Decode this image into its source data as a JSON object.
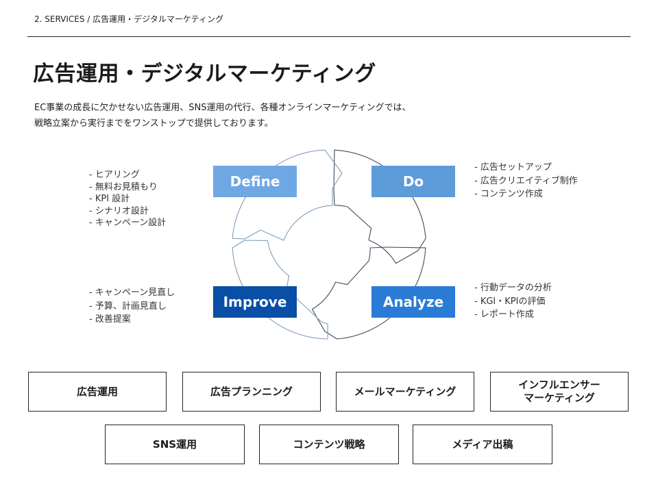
{
  "breadcrumb": "2. SERVICES / 広告運用・デジタルマーケティング",
  "title": "広告運用・デジタルマーケティング",
  "lead": [
    "EC事業の成長に欠かせない広告運用、SNS運用の代行、各種オンラインマーケティングでは、",
    "戦略立案から実行までをワンストップで提供しております。"
  ],
  "cycle": {
    "stages": [
      {
        "label": "Define",
        "color": "#6fa7e4",
        "tasks": [
          "ヒアリング",
          "無料お見積もり",
          "KPI 設計",
          "シナリオ設計",
          "キャンペーン設計"
        ]
      },
      {
        "label": "Do",
        "color": "#5d9bd9",
        "tasks": [
          "広告セットアップ",
          "広告クリエイティブ制作",
          "コンテンツ作成"
        ]
      },
      {
        "label": "Analyze",
        "color": "#2a7bd6",
        "tasks": [
          "行動データの分析",
          "KGI・KPIの評価",
          "レポート作成"
        ]
      },
      {
        "label": "Improve",
        "color": "#0a4ea5",
        "tasks": [
          "キャンペーン見直し",
          "予算、計画見直し",
          "改善提案"
        ]
      }
    ]
  },
  "services": [
    "広告運用",
    "広告プランニング",
    "メールマーケティング",
    "インフルエンサー\nマーケティング",
    "SNS運用",
    "コンテンツ戦略",
    "メディア出稿"
  ]
}
